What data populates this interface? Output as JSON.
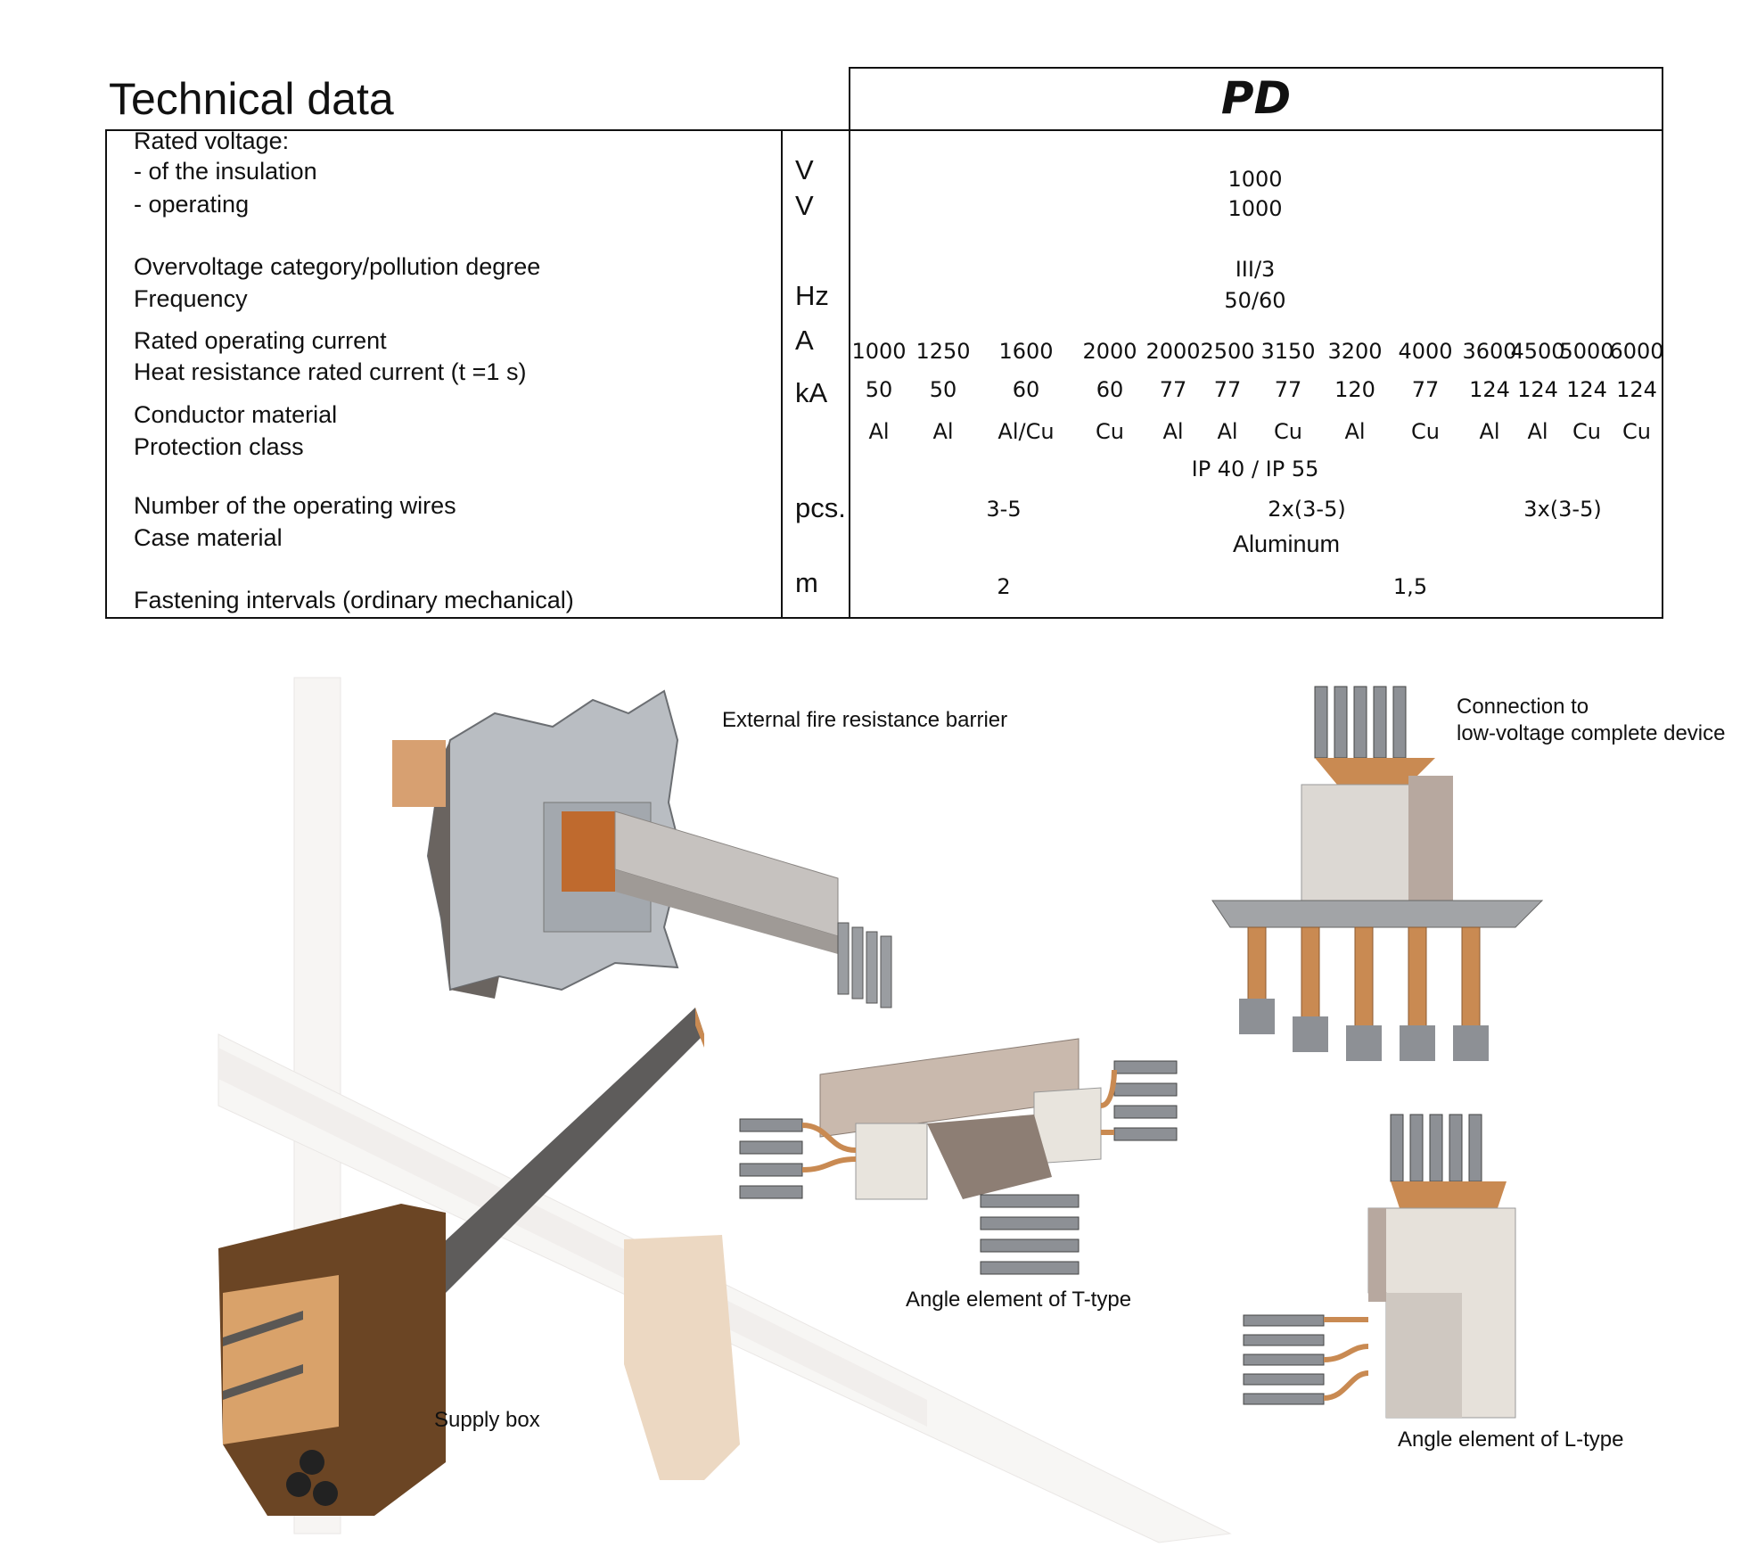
{
  "title": "Technical data",
  "product": "PD",
  "rows": {
    "rated_voltage": "Rated voltage:",
    "insulation": "- of the insulation",
    "operating": "- operating",
    "overvoltage": "Overvoltage category/pollution degree",
    "frequency": "Frequency",
    "rated_current": "Rated operating current",
    "heat_resistance": "Heat resistance rated current (t =1 s)",
    "conductor": "Conductor material",
    "protection": "Protection class",
    "wires": "Number of the operating wires",
    "case": "Case material",
    "fastening": "Fastening intervals (ordinary mechanical)"
  },
  "units": {
    "insulation": "V",
    "operating": "V",
    "frequency": "Hz",
    "rated_current": "A",
    "heat_resistance": "kA",
    "wires": "pcs.",
    "fastening": "m"
  },
  "values": {
    "insulation": "1000",
    "operating": "1000",
    "overvoltage": "III/3",
    "frequency": "50/60",
    "rated_current": [
      "1000",
      "1250",
      "1600",
      "2000",
      "2000",
      "2500",
      "3150",
      "3200",
      "4000",
      "3600",
      "4500",
      "5000",
      "6000"
    ],
    "heat_resistance": [
      "50",
      "50",
      "60",
      "60",
      "77",
      "77",
      "77",
      "120",
      "77",
      "124",
      "124",
      "124",
      "124"
    ],
    "conductor": [
      "Al",
      "Al",
      "Al/Cu",
      "Cu",
      "Al",
      "Al",
      "Cu",
      "Al",
      "Cu",
      "Al",
      "Al",
      "Cu",
      "Cu"
    ],
    "protection": "IP 40 / IP 55",
    "wires": [
      "3-5",
      "2x(3-5)",
      "3x(3-5)"
    ],
    "case": "Aluminum",
    "fastening": [
      "2",
      "1,5"
    ]
  },
  "captions": {
    "fire_barrier": "External fire resistance barrier",
    "connection_line1": "Connection to",
    "connection_line2": "low-voltage complete device",
    "t_type": "Angle element of T-type",
    "supply_box": "Supply box",
    "l_type": "Angle element of L-type"
  },
  "colors": {
    "copper": "#c98a52",
    "steel": "#8d9095",
    "aluminum": "#d9d6d2",
    "box_brown": "#6b4524",
    "box_beige": "#ecd8c2",
    "wall": "#b8bcc2"
  }
}
